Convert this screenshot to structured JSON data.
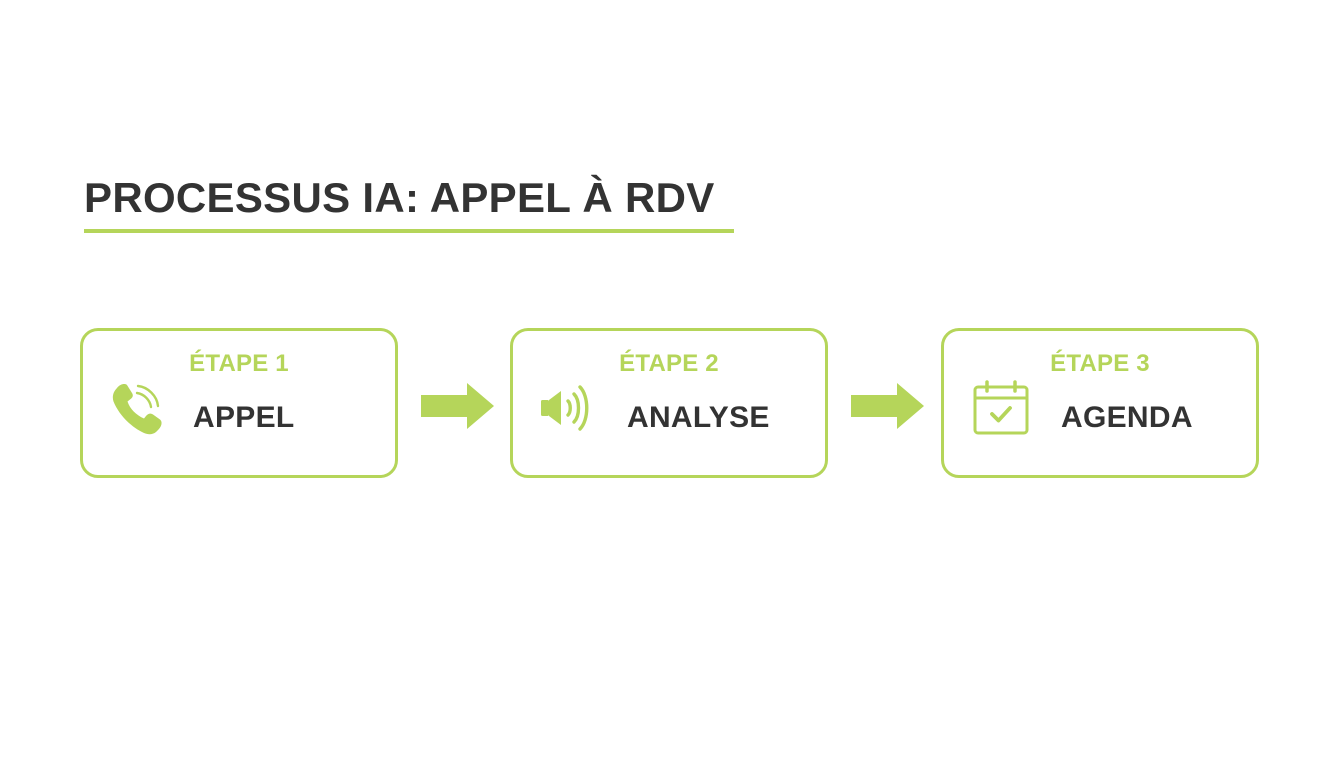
{
  "title": "PROCESSUS IA: APPEL À RDV",
  "colors": {
    "accent": "#b5d55a",
    "text": "#333333",
    "background": "#ffffff"
  },
  "steps": [
    {
      "number_label": "ÉTAPE 1",
      "label": "APPEL",
      "icon": "phone-icon"
    },
    {
      "number_label": "ÉTAPE 2",
      "label": "ANALYSE",
      "icon": "speaker-icon"
    },
    {
      "number_label": "ÉTAPE 3",
      "label": "AGENDA",
      "icon": "calendar-check-icon"
    }
  ]
}
